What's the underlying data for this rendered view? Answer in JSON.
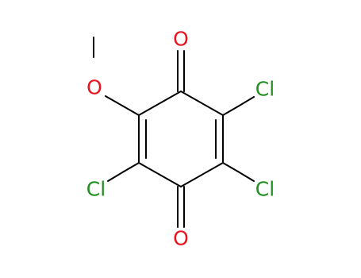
{
  "molecule": {
    "atoms": {
      "o_top": "O",
      "o_bottom": "O",
      "o_methoxy": "O",
      "cl_upper_right": "Cl",
      "cl_lower_right": "Cl",
      "cl_left": "Cl"
    }
  },
  "colors": {
    "background": "#ffffff",
    "bond": "#000000",
    "oxygen": "#e8131c",
    "chlorine": "#1f8f1f"
  }
}
